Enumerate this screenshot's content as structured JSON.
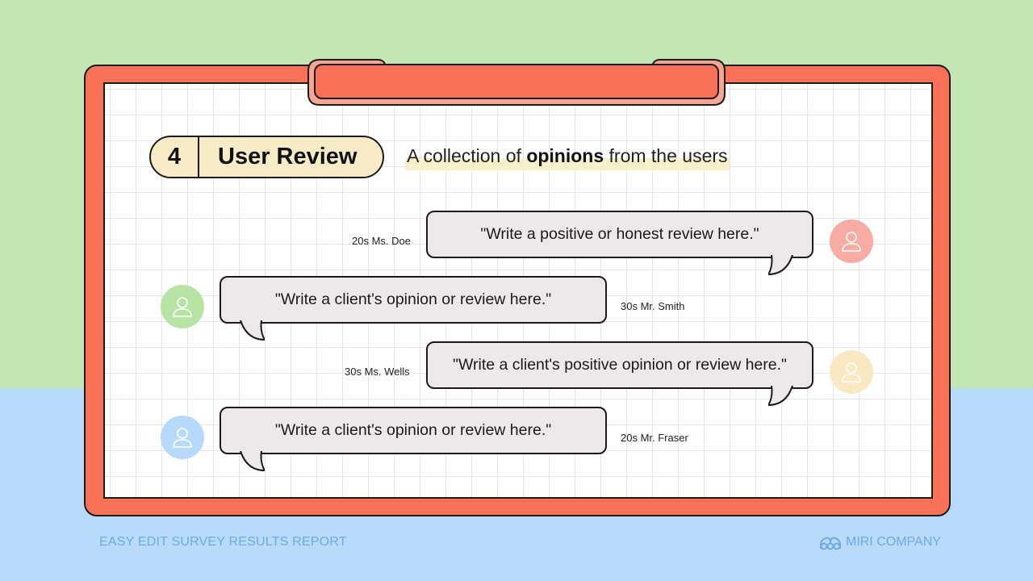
{
  "section": {
    "number": "4",
    "title": "User Review",
    "subtitle_before": "A collection of ",
    "subtitle_bold": "opinions",
    "subtitle_after": " from the users"
  },
  "reviews": [
    {
      "text": "\"Write a positive or honest review here.\"",
      "author": "20s Ms. Doe",
      "avatar_color": "#f8aba2",
      "side": "right"
    },
    {
      "text": "\"Write a client's opinion or review here.\"",
      "author": "30s Mr. Smith",
      "avatar_color": "#b7e3a5",
      "side": "left"
    },
    {
      "text": "\"Write a client's positive opinion or review here.\"",
      "author": "30s Ms. Wells",
      "avatar_color": "#f8e9c3",
      "side": "right"
    },
    {
      "text": "\"Write a client's opinion or review here.\"",
      "author": "20s Mr. Fraser",
      "avatar_color": "#b7d9fb",
      "side": "left"
    }
  ],
  "footer": {
    "left": "EASY EDIT SURVEY RESULTS REPORT",
    "right": "MIRI COMPANY"
  },
  "colors": {
    "background_top": "#c3e6b4",
    "background_bottom": "#b9dbfb",
    "frame": "#f97257",
    "title_pill": "#f8ecc8",
    "bubble": "#ede8e9",
    "footer_text": "#6fa9e3"
  },
  "icons": {
    "avatar": "user-icon",
    "logo": "miri-company-logo-icon"
  }
}
